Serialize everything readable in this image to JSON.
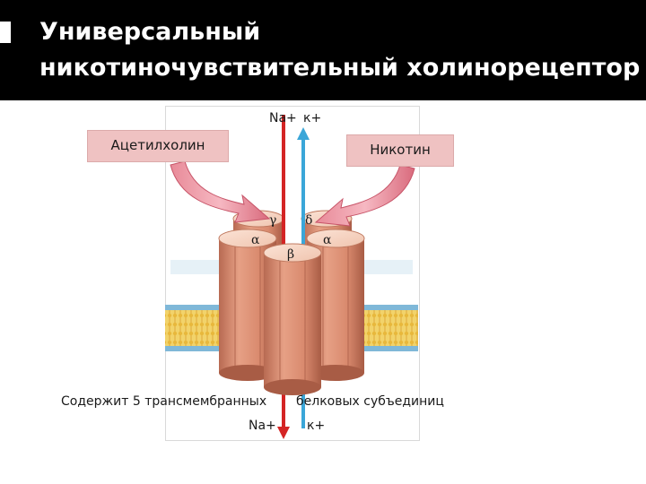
{
  "header": {
    "title_line1": "Универсальный",
    "title_line2": "никотиночувствительный холинорецептор"
  },
  "diagram": {
    "ligand_left": "Ацетилхолин",
    "ligand_right": "Никотин",
    "ion_na_top": "Na+",
    "ion_k_top": "к+",
    "ion_na_bottom": "Na+",
    "ion_k_bottom": "к+",
    "subunits": [
      "γ",
      "δ",
      "α",
      "α",
      "β"
    ],
    "caption_left": "Содержит 5 трансмембранных",
    "caption_right": "белковых субъединиц"
  },
  "colors": {
    "title_bg": "#000000",
    "title_text": "#ffffff",
    "pill_bg": "#efc2c2",
    "cylinder": "#d98a6e",
    "na_arrow": "#d42424",
    "k_arrow": "#3aa6d8",
    "membrane": "#f2d36a"
  }
}
